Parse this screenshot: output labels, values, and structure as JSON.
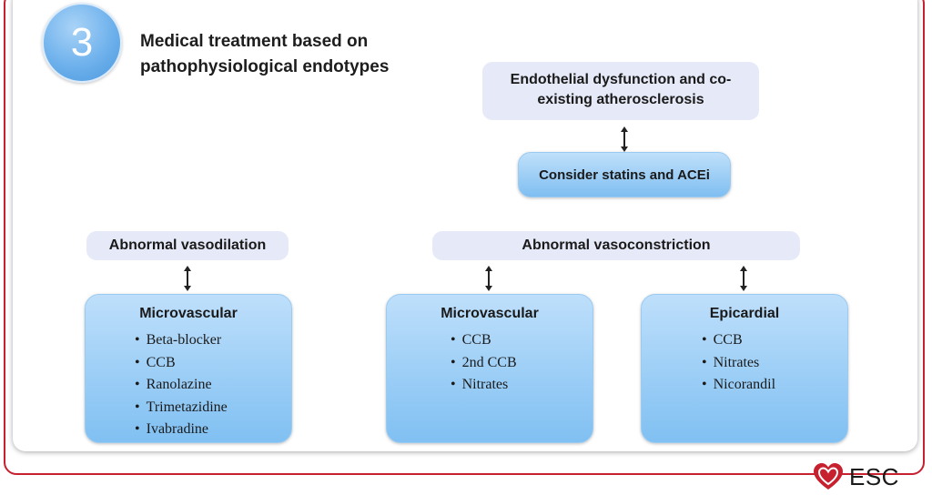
{
  "step": {
    "number": "3"
  },
  "title": "Medical treatment based on pathophysiological endotypes",
  "endothelial": {
    "label": "Endothelial dysfunction and co-existing atherosclerosis"
  },
  "consider": {
    "label": "Consider statins and ACEi"
  },
  "vasodilation": {
    "label": "Abnormal vasodilation",
    "card": {
      "title": "Microvascular",
      "items": [
        "Beta-blocker",
        "CCB",
        "Ranolazine",
        "Trimetazidine",
        "Ivabradine"
      ]
    }
  },
  "vasoconstriction": {
    "label": "Abnormal vasoconstriction",
    "microvascular": {
      "title": "Microvascular",
      "items": [
        "CCB",
        "2nd CCB",
        "Nitrates"
      ]
    },
    "epicardial": {
      "title": "Epicardial",
      "items": [
        "CCB",
        "Nitrates",
        "Nicorandil"
      ]
    }
  },
  "logo": {
    "text": "ESC",
    "icon": "heart-icon"
  },
  "colors": {
    "frame": "#c7202f",
    "accent_blue": "#6eb1ec",
    "label_bg": "#e6e9f8",
    "card_top": "#bedffb",
    "card_bottom": "#80c0f2"
  }
}
